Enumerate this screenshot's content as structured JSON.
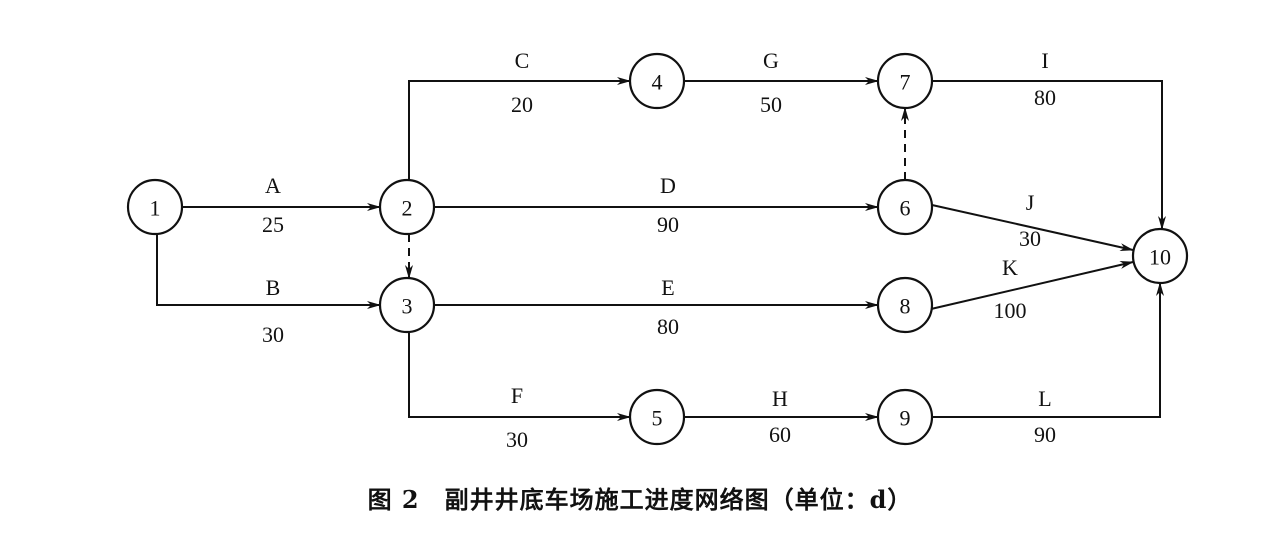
{
  "caption": "图 2　副井井底车场施工进度网络图（单位：d）",
  "unit": "d",
  "nodes": [
    "1",
    "2",
    "3",
    "4",
    "5",
    "6",
    "7",
    "8",
    "9",
    "10"
  ],
  "activities": [
    {
      "name": "A",
      "duration": "25",
      "from": "1",
      "to": "2",
      "dummy": false
    },
    {
      "name": "B",
      "duration": "30",
      "from": "1",
      "to": "3",
      "dummy": false
    },
    {
      "name": "C",
      "duration": "20",
      "from": "2",
      "to": "4",
      "dummy": false
    },
    {
      "name": "D",
      "duration": "90",
      "from": "2",
      "to": "6",
      "dummy": false
    },
    {
      "name": "E",
      "duration": "80",
      "from": "3",
      "to": "8",
      "dummy": false
    },
    {
      "name": "F",
      "duration": "30",
      "from": "3",
      "to": "5",
      "dummy": false
    },
    {
      "name": "G",
      "duration": "50",
      "from": "4",
      "to": "7",
      "dummy": false
    },
    {
      "name": "H",
      "duration": "60",
      "from": "5",
      "to": "9",
      "dummy": false
    },
    {
      "name": "I",
      "duration": "80",
      "from": "7",
      "to": "10",
      "dummy": false
    },
    {
      "name": "J",
      "duration": "30",
      "from": "6",
      "to": "10",
      "dummy": false
    },
    {
      "name": "K",
      "duration": "100",
      "from": "8",
      "to": "10",
      "dummy": false
    },
    {
      "name": "L",
      "duration": "90",
      "from": "9",
      "to": "10",
      "dummy": false
    },
    {
      "name": "",
      "duration": "",
      "from": "2",
      "to": "3",
      "dummy": true
    },
    {
      "name": "",
      "duration": "",
      "from": "6",
      "to": "7",
      "dummy": true
    }
  ]
}
